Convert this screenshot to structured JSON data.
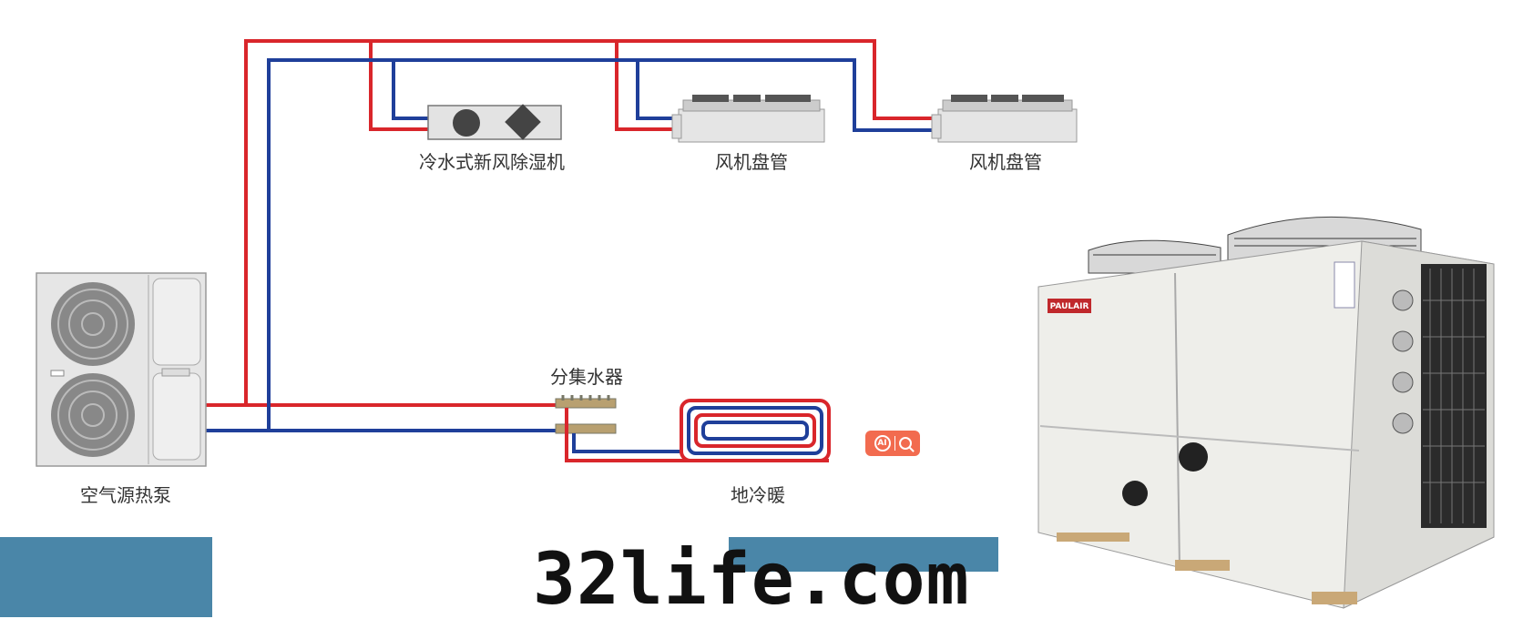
{
  "labels": {
    "fresh_air_dehumidifier": "冷水式新风除湿机",
    "fan_coil_1": "风机盘管",
    "fan_coil_2": "风机盘管",
    "manifold": "分集水器",
    "air_source_heat_pump": "空气源热泵",
    "floor_heating": "地冷暖"
  },
  "watermark": "32life.com",
  "product_brand": "PAULAIR",
  "colors": {
    "supply_pipe": "#d9262b",
    "return_pipe": "#1f3f9a",
    "watermark_block": "#4a86a8",
    "ai_badge": "#f26b4f"
  },
  "badge": {
    "ai_text": "AI"
  }
}
